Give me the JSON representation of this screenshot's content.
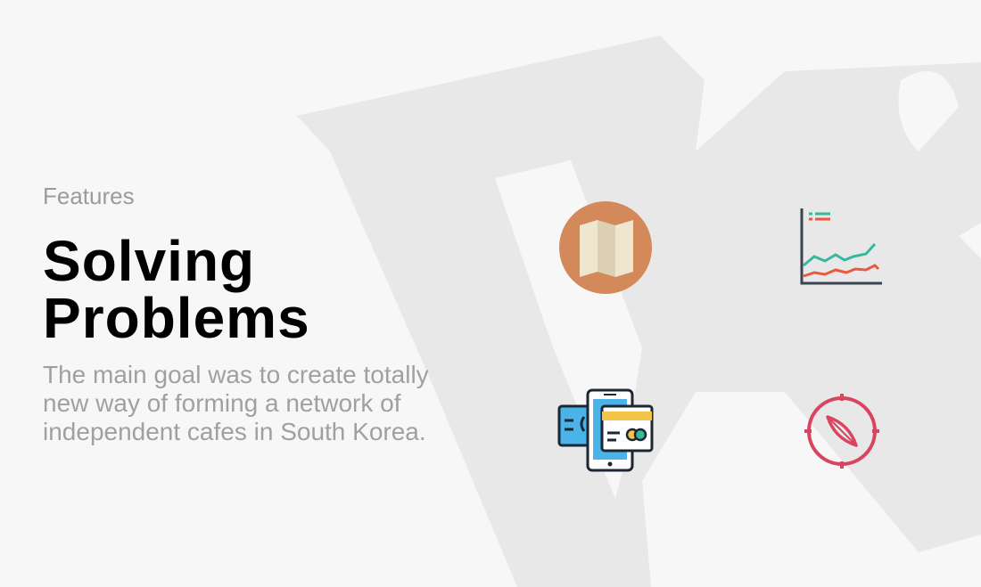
{
  "eyebrow": "Features",
  "headline": {
    "line1": "Solving",
    "line2": "Problems"
  },
  "description": "The main goal was to create totally new way of forming a network of independent cafes in South Korea.",
  "icons": [
    {
      "name": "map-icon",
      "color": "#d4895a"
    },
    {
      "name": "line-chart-icon",
      "color": "#35b8a0"
    },
    {
      "name": "mobile-payment-icon",
      "color": "#f5c44a"
    },
    {
      "name": "compass-icon",
      "color": "#d9455f"
    }
  ],
  "colors": {
    "background": "#f7f7f7",
    "shape": "#e8e8e8",
    "headline": "#000000",
    "muted": "#9b9b9b"
  }
}
